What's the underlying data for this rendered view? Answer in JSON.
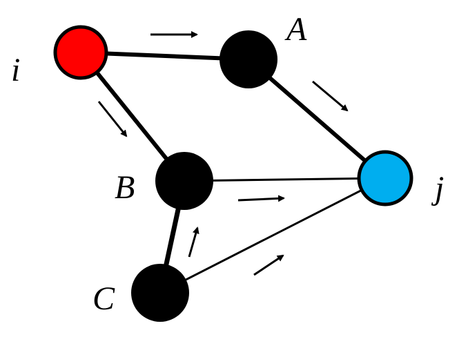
{
  "colors": {
    "source": "#ff0000",
    "target": "#00aeef",
    "intermediate": "#000000",
    "edge": "#000000"
  },
  "nodes": [
    {
      "id": "i",
      "label": "i",
      "role": "source"
    },
    {
      "id": "A",
      "label": "A",
      "role": "intermediate"
    },
    {
      "id": "B",
      "label": "B",
      "role": "intermediate"
    },
    {
      "id": "C",
      "label": "C",
      "role": "intermediate"
    },
    {
      "id": "j",
      "label": "j",
      "role": "target"
    }
  ],
  "edges": [
    {
      "from": "i",
      "to": "A",
      "weight": "thick"
    },
    {
      "from": "i",
      "to": "B",
      "weight": "thick"
    },
    {
      "from": "A",
      "to": "j",
      "weight": "thick"
    },
    {
      "from": "C",
      "to": "B",
      "weight": "thick"
    },
    {
      "from": "B",
      "to": "j",
      "weight": "thin"
    },
    {
      "from": "C",
      "to": "j",
      "weight": "thin"
    }
  ]
}
